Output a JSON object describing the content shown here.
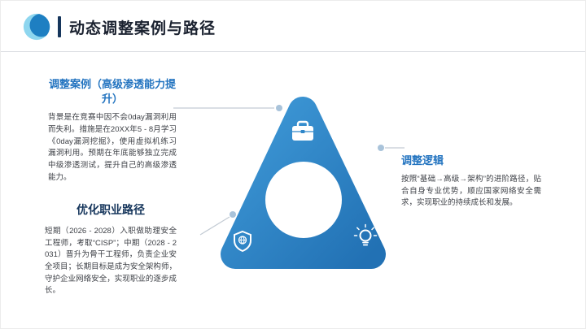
{
  "slide": {
    "title": "动态调整案例与路径"
  },
  "sections": {
    "case": {
      "heading": "调整案例（高级渗透能力提升）",
      "body": "背景是在竞赛中因不会0day漏洞利用而失利。措施是在20XX年5 - 8月学习《0day漏洞挖掘》，使用虚拟机练习漏洞利用。预期在年底能够独立完成中级渗透测试，提升自己的高级渗透能力。"
    },
    "career": {
      "heading": "优化职业路径",
      "body": "短期（2026 - 2028）入职做助理安全工程师，考取“CISP”；中期（2028 - 2031）晋升为骨干工程师，负责企业安全项目；长期目标是成为安全架构师，守护企业网络安全，实现职业的逐步成长。"
    },
    "logic": {
      "heading": "调整逻辑",
      "body": "按照“基础→高级→架构”的进阶路径，贴合自身专业优势，顺应国家网络安全需求，实现职业的持续成长和发展。"
    }
  },
  "diagram": {
    "type": "triangle-cycle",
    "icons": [
      "briefcase-icon",
      "shield-icon",
      "lightbulb-icon"
    ]
  },
  "colors": {
    "accent_blue": "#2374c0",
    "dark_navy": "#16365c",
    "triangle_blue_light": "#3f9ad8",
    "triangle_blue_dark": "#2271b4",
    "logo_light": "#8ed6ef",
    "logo_dark": "#1e7fc2",
    "connector_gray": "#c3cbd4",
    "dot_blue_gray": "#a9c3da"
  }
}
